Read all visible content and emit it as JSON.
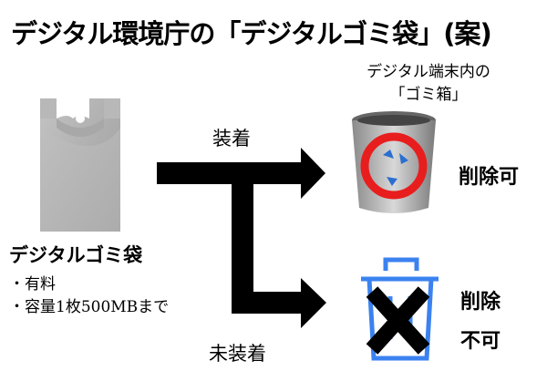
{
  "title": "デジタル環境庁の「デジタルゴミ袋」(案)",
  "bin_caption": {
    "line1": "デジタル端末内の",
    "line2": "「ゴミ箱」"
  },
  "bag": {
    "name": "デジタルゴミ袋",
    "features": [
      "・有料",
      "・容量1枚500MBまで"
    ]
  },
  "branches": {
    "attached": "装着",
    "not_attached": "未装着"
  },
  "results": {
    "attached": "削除可",
    "not_attached_line1": "削除",
    "not_attached_line2": "不可"
  },
  "colors": {
    "bag": "#b0b0b0",
    "ring": "#e81e1e",
    "blue_bin": "#3b82f0",
    "arrow": "#000000"
  }
}
